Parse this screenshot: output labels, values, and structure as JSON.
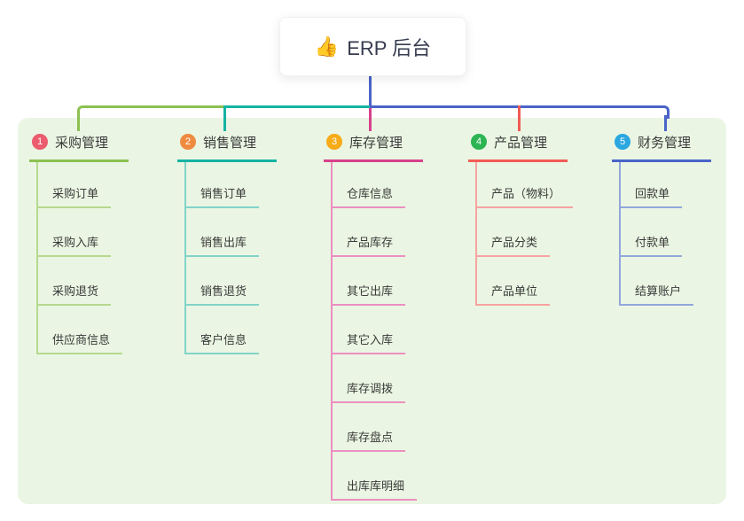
{
  "root": {
    "label": "ERP 后台",
    "icon_emoji": "👍"
  },
  "branches": [
    {
      "index": "1",
      "label": "采购管理",
      "badge_color": "#ea5c6e",
      "line_color": "#8cc152",
      "light_line_color": "#b6d98e",
      "children": [
        {
          "label": "采购订单"
        },
        {
          "label": "采购入库"
        },
        {
          "label": "采购退货"
        },
        {
          "label": "供应商信息"
        }
      ]
    },
    {
      "index": "2",
      "label": "销售管理",
      "badge_color": "#ef8b41",
      "line_color": "#14b3a2",
      "light_line_color": "#82d3c8",
      "children": [
        {
          "label": "销售订单"
        },
        {
          "label": "销售出库"
        },
        {
          "label": "销售退货"
        },
        {
          "label": "客户信息"
        }
      ]
    },
    {
      "index": "3",
      "label": "库存管理",
      "badge_color": "#f6ab18",
      "line_color": "#d8418c",
      "light_line_color": "#ec8fc0",
      "children": [
        {
          "label": "仓库信息"
        },
        {
          "label": "产品库存"
        },
        {
          "label": "其它出库"
        },
        {
          "label": "其它入库"
        },
        {
          "label": "库存调拨"
        },
        {
          "label": "库存盘点"
        },
        {
          "label": "出库库明细"
        }
      ]
    },
    {
      "index": "4",
      "label": "产品管理",
      "badge_color": "#2cb552",
      "line_color": "#f25b55",
      "light_line_color": "#f7a3a0",
      "children": [
        {
          "label": "产品（物料）"
        },
        {
          "label": "产品分类"
        },
        {
          "label": "产品单位"
        }
      ]
    },
    {
      "index": "5",
      "label": "财务管理",
      "badge_color": "#2aa7e0",
      "line_color": "#4a64c8",
      "light_line_color": "#92a7dc",
      "children": [
        {
          "label": "回款单"
        },
        {
          "label": "付款单"
        },
        {
          "label": "结算账户"
        }
      ]
    }
  ],
  "colors": {
    "panel_bg": "#eaf6e3",
    "canvas_bg": "#ffffff",
    "root_connector": "#4a64c8",
    "text": "#3a3a3a"
  }
}
